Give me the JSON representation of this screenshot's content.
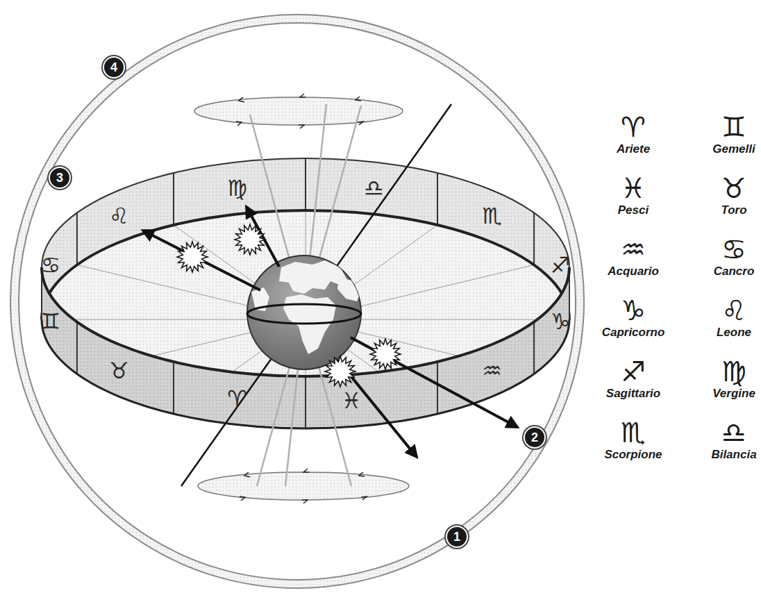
{
  "diagram": {
    "labels": [
      "4",
      "3",
      "2",
      "1",
      "♋",
      "♌",
      "♍",
      "♎",
      "♏",
      "♐",
      "♊",
      "♉",
      "♈",
      "♓",
      "♒",
      "♑",
      "♈",
      "♊",
      "♓",
      "♉",
      "♒",
      "♋",
      "♑",
      "♌",
      "♐",
      "♍",
      "♏",
      "♎"
    ],
    "legend": [
      {
        "text": "Ariete"
      },
      {
        "text": "Gemelli"
      },
      {
        "text": "Pesci"
      },
      {
        "text": "Toro"
      },
      {
        "text": "Acquario"
      },
      {
        "text": "Cancro"
      },
      {
        "text": "Capricorno"
      },
      {
        "text": "Leone"
      },
      {
        "text": "Sagittario"
      },
      {
        "text": "Vergine"
      },
      {
        "text": "Scorpione"
      },
      {
        "text": "Bilancia"
      }
    ]
  }
}
